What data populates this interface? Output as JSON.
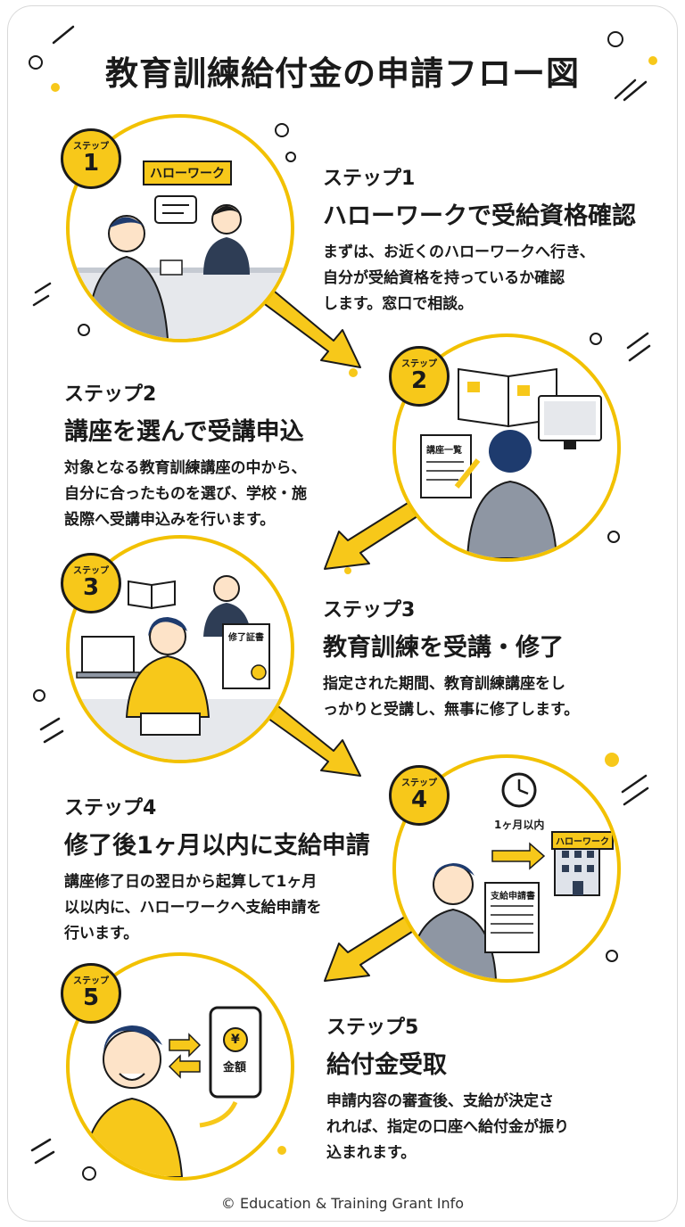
{
  "title": "教育訓練給付金の申請フロー図",
  "footer": "© Education & Training Grant Info",
  "colors": {
    "accent": "#f2c100",
    "ink": "#1a1a1a",
    "shirt_gray": "#8e96a3"
  },
  "badge_label": "ステップ",
  "steps": [
    {
      "number": "1",
      "label": "ステップ1",
      "heading": "ハローワークで受給資格確認",
      "description": "まずは、お近くのハローワークへ行き、\n自分が受給資格を持っているか確認\nします。窓口で相談。",
      "sign": "ハローワーク",
      "icons": [
        "counter-staff-icon",
        "visitor-icon",
        "speech-bubble-icon"
      ]
    },
    {
      "number": "2",
      "label": "ステップ2",
      "heading": "講座を選んで受講申込",
      "description": "対象となる教育訓練講座の中から、\n自分に合ったものを選び、学校・施\n設際へ受講申込みを行います。",
      "doc_label": "講座一覧",
      "icons": [
        "open-book-icon",
        "monitor-icon",
        "pen-icon"
      ]
    },
    {
      "number": "3",
      "label": "ステップ3",
      "heading": "教育訓練を受講・修了",
      "description": "指定された期間、教育訓練講座をし\nっかりと受講し、無事に修了します。",
      "certificate_label": "修了証書",
      "icons": [
        "laptop-icon",
        "book-icon",
        "certificate-icon"
      ]
    },
    {
      "number": "4",
      "label": "ステップ4",
      "heading": "修了後1ヶ月以内に支給申請",
      "description": "講座修了日の翌日から起算して1ヶ月\n以以内に、ハローワークへ支給申請を\n行います。",
      "deadline_label": "1ヶ月以内",
      "office_label": "ハローワーク",
      "form_label": "支給申請書",
      "icons": [
        "clock-icon",
        "building-icon",
        "form-icon"
      ]
    },
    {
      "number": "5",
      "label": "ステップ5",
      "heading": "給付金受取",
      "description": "申請内容の審査後、支給が決定さ\nれれば、指定の口座へ給付金が振り\n込まれます。",
      "yen_symbol": "¥",
      "amount_label": "金額",
      "icons": [
        "smartphone-icon",
        "yen-coin-icon",
        "arrows-icon"
      ]
    }
  ]
}
